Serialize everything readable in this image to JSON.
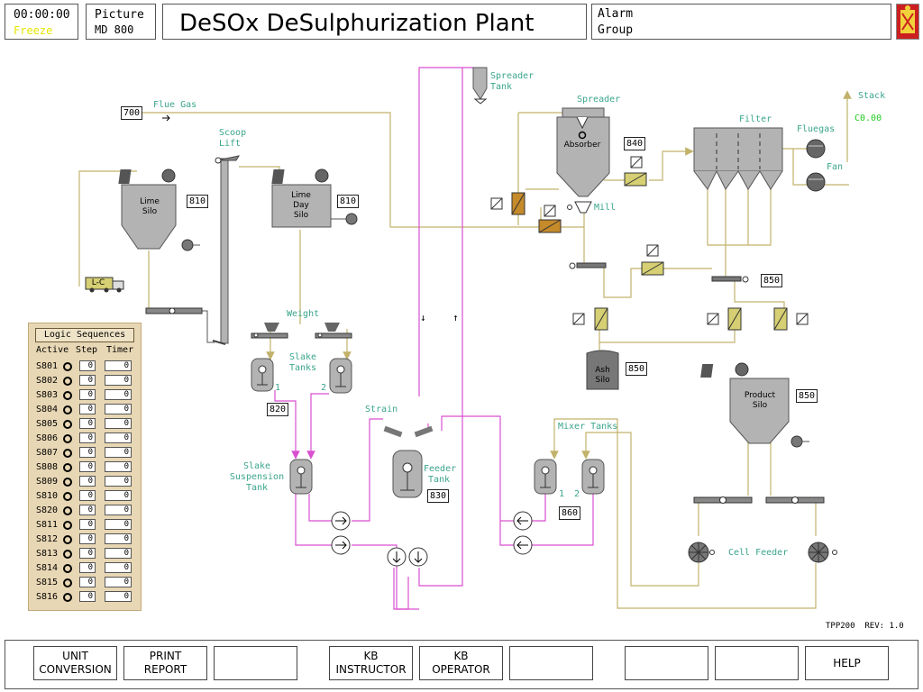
{
  "header": {
    "time": "00:00:00",
    "freeze": "Freeze",
    "picture_label": "Picture",
    "picture_id": "MD 800",
    "title": "DeSOx  DeSulphurization Plant",
    "alarm_line1": "Alarm",
    "alarm_line2": "Group"
  },
  "labels": {
    "flue_gas": "Flue Gas",
    "flue_gas_value": "700",
    "scoop": "Scoop",
    "lift": "Lift",
    "lime_silo": [
      "Lime",
      "Silo"
    ],
    "lime_silo_tag": "810",
    "lime_day_silo": [
      "Lime",
      "Day",
      "Silo"
    ],
    "lime_day_silo_tag": "810",
    "truck": "L-C",
    "weight": "Weight",
    "slake": "Slake",
    "tanks": "Tanks",
    "slake_tank_1": "1",
    "slake_tank_2": "2",
    "slake_tag": "820",
    "slake_susp": [
      "Slake",
      "Suspension",
      "Tank"
    ],
    "strain": "Strain",
    "feeder": "Feeder",
    "tank": "Tank",
    "feeder_tag": "830",
    "mixer_tanks": "Mixer Tanks",
    "mixer_1": "1",
    "mixer_2": "2",
    "mixer_tag": "860",
    "spreader_tank": [
      "Spreader",
      "Tank"
    ],
    "spreader": "Spreader",
    "absorber": "Absorber",
    "absorber_tag": "840",
    "mill": "Mill",
    "filter": "Filter",
    "fluegas": "Fluegas",
    "fan": "Fan",
    "stack": "Stack",
    "stack_value": "C0.00",
    "ash_silo": [
      "Ash",
      "Silo"
    ],
    "ash_tag": "850",
    "filter_tag": "850",
    "product_silo": [
      "Product",
      "Silo"
    ],
    "product_tag": "850",
    "cell_feeder": "Cell Feeder",
    "arrow_down": "↓",
    "arrow_up": "↑"
  },
  "logic": {
    "title": "Logic Sequences",
    "col_active": "Active",
    "col_step": "Step",
    "col_timer": "Timer",
    "rows": [
      {
        "name": "S801",
        "step": "0",
        "timer": "0"
      },
      {
        "name": "S802",
        "step": "0",
        "timer": "0"
      },
      {
        "name": "S803",
        "step": "0",
        "timer": "0"
      },
      {
        "name": "S804",
        "step": "0",
        "timer": "0"
      },
      {
        "name": "S805",
        "step": "0",
        "timer": "0"
      },
      {
        "name": "S806",
        "step": "0",
        "timer": "0"
      },
      {
        "name": "S807",
        "step": "0",
        "timer": "0"
      },
      {
        "name": "S808",
        "step": "0",
        "timer": "0"
      },
      {
        "name": "S809",
        "step": "0",
        "timer": "0"
      },
      {
        "name": "S810",
        "step": "0",
        "timer": "0"
      },
      {
        "name": "S820",
        "step": "0",
        "timer": "0"
      },
      {
        "name": "S811",
        "step": "0",
        "timer": "0"
      },
      {
        "name": "S812",
        "step": "0",
        "timer": "0"
      },
      {
        "name": "S813",
        "step": "0",
        "timer": "0"
      },
      {
        "name": "S814",
        "step": "0",
        "timer": "0"
      },
      {
        "name": "S815",
        "step": "0",
        "timer": "0"
      },
      {
        "name": "S816",
        "step": "0",
        "timer": "0"
      }
    ]
  },
  "footer": {
    "tpp": "TPP200",
    "rev": "REV: 1.0",
    "buttons": [
      {
        "line1": "UNIT",
        "line2": "CONVERSION"
      },
      {
        "line1": "PRINT",
        "line2": "REPORT"
      },
      {
        "line1": "",
        "line2": ""
      },
      {
        "line1": "KB",
        "line2": "INSTRUCTOR"
      },
      {
        "line1": "KB",
        "line2": "OPERATOR"
      },
      {
        "line1": "",
        "line2": ""
      },
      {
        "line1": "",
        "line2": ""
      },
      {
        "line1": "",
        "line2": ""
      },
      {
        "line1": "HELP",
        "line2": ""
      }
    ]
  },
  "colors": {
    "gas_line": "#c2b26b",
    "slurry_line": "#d94fd0",
    "label": "#3aa58c",
    "vessel": "#b3b3b3",
    "valve_yellow": "#d6cf73",
    "valve_brown": "#c58a2a"
  }
}
